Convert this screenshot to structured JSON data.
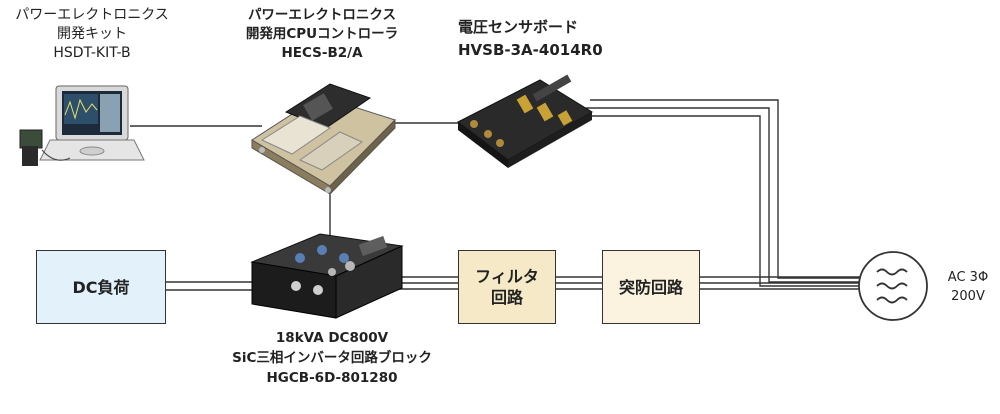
{
  "kit_label": [
    "パワーエレクトロニクス",
    "開発キット",
    "HSDT-KIT-B"
  ],
  "controller_label": [
    "パワーエレクトロニクス",
    "開発用CPUコントローラ",
    "HECS-B2/A"
  ],
  "sensor_label": [
    "電圧センサボード",
    "HVSB-3A-4014R0"
  ],
  "inverter_label": [
    "18kVA DC800V",
    "SiC三相インバータ回路ブロック",
    "HGCB-6D-801280"
  ],
  "dc_load": "DC負荷",
  "filter": [
    "フィルタ",
    "回路"
  ],
  "inrush": "突防回路",
  "ac_source": [
    "AC 3Φ",
    "200V"
  ],
  "colors": {
    "dc_load_fill": "#e3f1fb",
    "filter_fill": "#f6e9c8",
    "inrush_fill": "#fbf3e0",
    "wire": "#333333"
  }
}
